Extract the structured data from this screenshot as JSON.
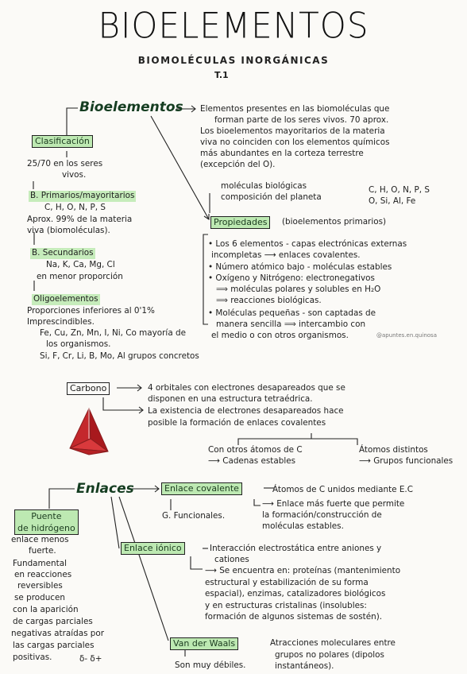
{
  "header": {
    "title": "BIOELEMENTOS",
    "subtitle": "BIOMOLÉCULAS INORGÁNICAS",
    "unit": "T.1"
  },
  "bioelementos": {
    "heading": "Bioelementos",
    "definition": [
      "Elementos presentes en las biomoléculas que",
      "forman parte de los seres vivos. 70 aprox.",
      "Los bioelementos mayoritarios de la materia",
      "viva no coinciden con los elementos químicos",
      "más abundantes en la corteza terrestre",
      "(excepción del O)."
    ],
    "comparison": [
      {
        "label": "moléculas biológicas",
        "value": "C, H, O, N, P, S"
      },
      {
        "label": "composición del planeta",
        "value": "O, Si, Al, Fe"
      }
    ]
  },
  "clasificacion": {
    "label": "Clasificación",
    "intro": [
      "25/70 en los seres",
      "vivos."
    ],
    "primarios": {
      "label": "B. Primarios/mayoritarios",
      "elements": "C, H, O, N, P, S",
      "lines": [
        "Aprox. 99% de la materia",
        "viva (biomoléculas)."
      ]
    },
    "secundarios": {
      "label": "B. Secundarios",
      "elements": "Na, K, Ca, Mg, Cl",
      "lines": [
        "en menor proporción"
      ]
    },
    "oligoelementos": {
      "label": "Oligoelementos",
      "lines": [
        "Proporciones inferiores al 0'1%",
        "Imprescindibles.",
        "Fe, Cu, Zn, Mn, I, Ni, Co  mayoría de",
        "los organismos.",
        "Si, F, Cr, Li, B, Mo, Al  grupos concretos"
      ]
    }
  },
  "propiedades": {
    "label": "Propiedades",
    "note": "(bioelementos primarios)",
    "items": [
      "• Los 6 elementos - capas electrónicas externas",
      "  incompletas ⟶ enlaces covalentes.",
      "• Número atómico bajo - moléculas estables",
      "• Oxígeno y Nitrógeno: electronegativos",
      "    ⟹ moléculas polares y solubles en H₂O",
      "            ⟹ reacciones biológicas.",
      "• Moléculas pequeñas - son captadas de",
      "    manera sencilla ⟹ intercambio con",
      "  el medio o con otros organismos."
    ]
  },
  "carbono": {
    "label": "Carbono",
    "lines": [
      "4 orbitales con electrones desapareados que se",
      "disponen en una estructura tetraédrica.",
      "La existencia de electrones desapareados hace",
      "posible la formación de enlaces covalentes"
    ],
    "branch_left": [
      "Con otros átomos de C",
      "⟶ Cadenas estables"
    ],
    "branch_right": [
      "Átomos distintos",
      "⟶ Grupos funcionales"
    ]
  },
  "enlaces": {
    "heading": "Enlaces",
    "covalente": {
      "label": "Enlace covalente",
      "lines": [
        "Átomos de C unidos mediante E.C",
        "⟶ Enlace más fuerte que permite",
        "la formación/construcción de",
        "moléculas estables."
      ],
      "sub": "G. Funcionales."
    },
    "ionico": {
      "label": "Enlace iónico",
      "lines": [
        "Interacción electrostática entre aniones y",
        "cationes",
        "⟶ Se encuentra en: proteínas (mantenimiento",
        "estructural y estabilización de su forma",
        "espacial), enzimas, catalizadores biológicos",
        "y en estructuras cristalinas (insolubles:",
        "formación de algunos sistemas de sostén)."
      ]
    },
    "van_der_waals": {
      "label": "Van der Waals",
      "lines": [
        "Atracciones moleculares entre",
        "grupos no polares (dipolos",
        "instantáneos)."
      ],
      "sub": "Son muy débiles."
    },
    "puente": {
      "label_lines": [
        "Puente",
        "de hidrógeno"
      ],
      "lines": [
        "enlace menos",
        "fuerte.",
        "Fundamental",
        "en reacciones",
        "reversibles",
        "se producen",
        "con la aparición",
        "de cargas parciales",
        "negativas atraídas por",
        "las cargas parciales",
        "positivas."
      ],
      "charges": "δ-   δ+"
    }
  },
  "watermark": "@apuntes.en.quinosa",
  "colors": {
    "highlight": "#bde9b2",
    "heading": "#153d21",
    "ink": "#1b1b1b",
    "molecule": "#c4282c"
  },
  "icons": {
    "molecule": "tetrahedral-carbon-icon"
  }
}
